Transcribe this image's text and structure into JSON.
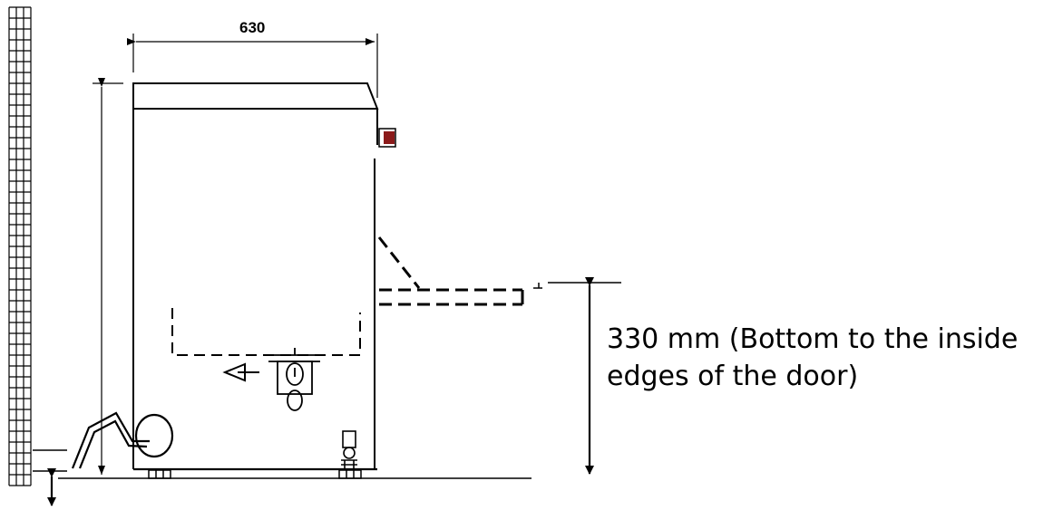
{
  "diagram": {
    "width_dimension": "630",
    "caption": {
      "line1": "330 mm (Bottom to the inside",
      "line2": "edges of the door)"
    }
  }
}
